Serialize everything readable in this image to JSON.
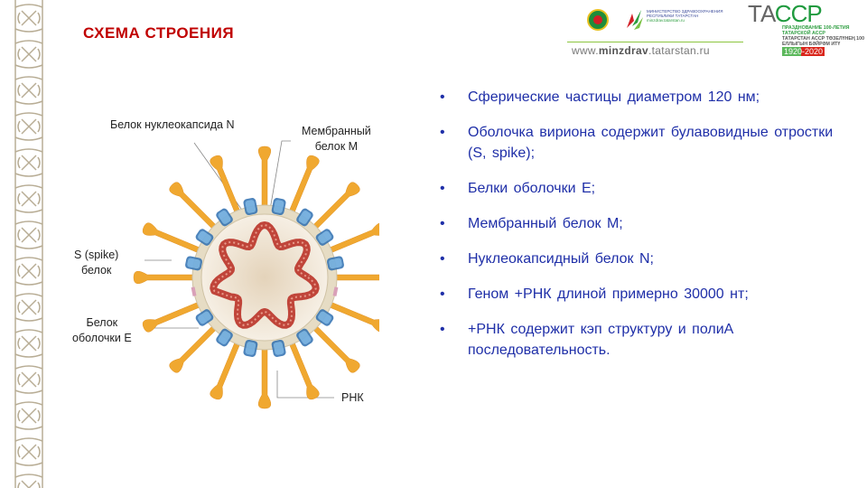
{
  "title": "СХЕМА СТРОЕНИЯ",
  "header": {
    "ministry_text": "МИНИСТЕРСТВО ЗДРАВООХРАНЕНИЯ РЕСПУБЛИКИ ТАТАРСТАН",
    "ministry_small_url": "minzdrav.tatarstan.ru",
    "url_prefix": "www.",
    "url_bold": "minzdrav",
    "url_suffix": ".tatarstan.ru",
    "tassr_logo_a": "ТА",
    "tassr_logo_b": "ССР",
    "tassr_caption": "ПРАЗДНОВАНИЕ 100-ЛЕТИЯ ТАТАРСКОЙ АССР",
    "tassr_caption_tat": "ТАТАРСТАН АССР ТӨЗЕЛҮНЕҢ 100 ЕЛЛЫГЫН БӘЙРӘМ ИТҮ",
    "years": "1920-2020"
  },
  "diagram": {
    "labels": {
      "nucleocapsid": "Белок нуклеокапсида N",
      "membrane_1": "Мембранный",
      "membrane_2": "белок М",
      "spike_1": "S (spike)",
      "spike_2": "белок",
      "envelope_1": "Белок",
      "envelope_2": "оболочки Е",
      "rna": "РНК"
    },
    "colors": {
      "spike": "#f0a830",
      "membrane": "#e6dcc4",
      "rna": "#c0453a",
      "m_protein": "#2e6fb0"
    }
  },
  "bullets": [
    "Сферические частицы диаметром 120 нм;",
    "Оболочка вириона содержит булавовидные отростки (S, spike);",
    "Белки оболочки Е;",
    "Мембранный белок М;",
    "Нуклеокапсидный белок N;",
    "Геном +РНК длиной примерно 30000 нт;",
    "+РНК содержит кэп структуру и полиА последовательность."
  ]
}
